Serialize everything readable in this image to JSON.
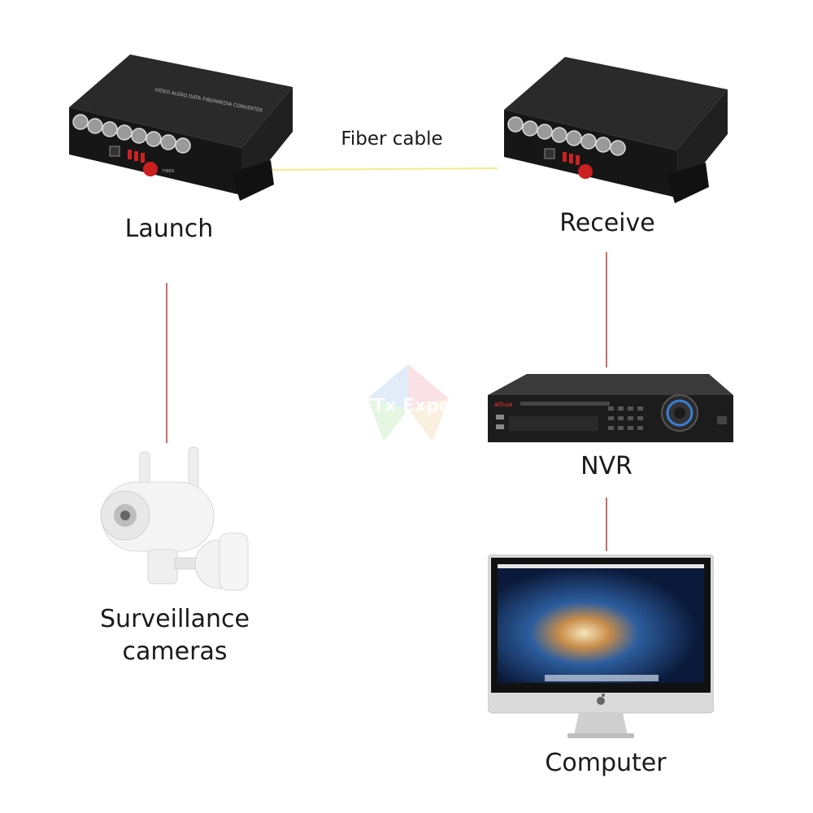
{
  "labels": {
    "fiber_cable": "Fiber cable",
    "launch": "Launch",
    "receive": "Receive",
    "nvr": "NVR",
    "cameras_line1": "Surveillance",
    "cameras_line2": "cameras",
    "computer": "Computer"
  },
  "watermark": {
    "text": "FTTx Expert"
  },
  "device_text": {
    "converter_top": "VIDEO AUDIO DATA FIBERMEDIA CONVERTER",
    "converter_port": "FIBER",
    "nvr_brand": "alhua"
  },
  "colors": {
    "fiber_line": "#f0ec8a",
    "wire_line": "#b83a3a",
    "label_text": "#1a1a1a",
    "device_body": "#1e1e1e",
    "port_red": "#cc1f1f"
  },
  "icons": [
    "converter-device",
    "nvr-device",
    "camera-device",
    "computer-device",
    "apple-logo-icon"
  ]
}
